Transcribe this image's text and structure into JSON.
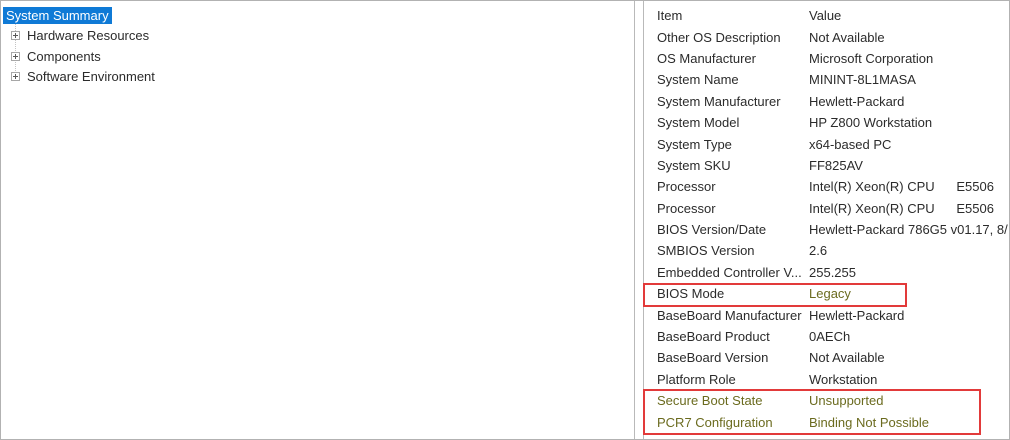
{
  "colors": {
    "selection_blue": "#0f7ad6",
    "highlight_red": "#e23a3a",
    "warning_text_olive": "#6b6b1f",
    "pane_border_gray": "#b9b9b9"
  },
  "sidebar": {
    "items": [
      {
        "label": "System Summary",
        "selected": true,
        "expandable": false
      },
      {
        "label": "Hardware Resources",
        "selected": false,
        "expandable": true
      },
      {
        "label": "Components",
        "selected": false,
        "expandable": true
      },
      {
        "label": "Software Environment",
        "selected": false,
        "expandable": true
      }
    ]
  },
  "table": {
    "headers": {
      "item": "Item",
      "value": "Value"
    },
    "rows": [
      {
        "item": "Other OS Description",
        "value": "Not Available"
      },
      {
        "item": "OS Manufacturer",
        "value": "Microsoft Corporation"
      },
      {
        "item": "System Name",
        "value": "MININT-8L1MASA"
      },
      {
        "item": "System Manufacturer",
        "value": "Hewlett-Packard"
      },
      {
        "item": "System Model",
        "value": "HP Z800 Workstation"
      },
      {
        "item": "System Type",
        "value": "x64-based PC"
      },
      {
        "item": "System SKU",
        "value": "FF825AV"
      },
      {
        "item": "Processor",
        "value": "Intel(R) Xeon(R) CPU      E5506"
      },
      {
        "item": "Processor",
        "value": "Intel(R) Xeon(R) CPU      E5506"
      },
      {
        "item": "BIOS Version/Date",
        "value": "Hewlett-Packard 786G5 v01.17, 8/"
      },
      {
        "item": "SMBIOS Version",
        "value": "2.6"
      },
      {
        "item": "Embedded Controller V...",
        "value": "255.255"
      },
      {
        "item": "BIOS Mode",
        "value": "Legacy"
      },
      {
        "item": "BaseBoard Manufacturer",
        "value": "Hewlett-Packard"
      },
      {
        "item": "BaseBoard Product",
        "value": "0AECh"
      },
      {
        "item": "BaseBoard Version",
        "value": "Not Available"
      },
      {
        "item": "Platform Role",
        "value": "Workstation"
      },
      {
        "item": "Secure Boot State",
        "value": "Unsupported"
      },
      {
        "item": "PCR7 Configuration",
        "value": "Binding Not Possible"
      }
    ]
  }
}
